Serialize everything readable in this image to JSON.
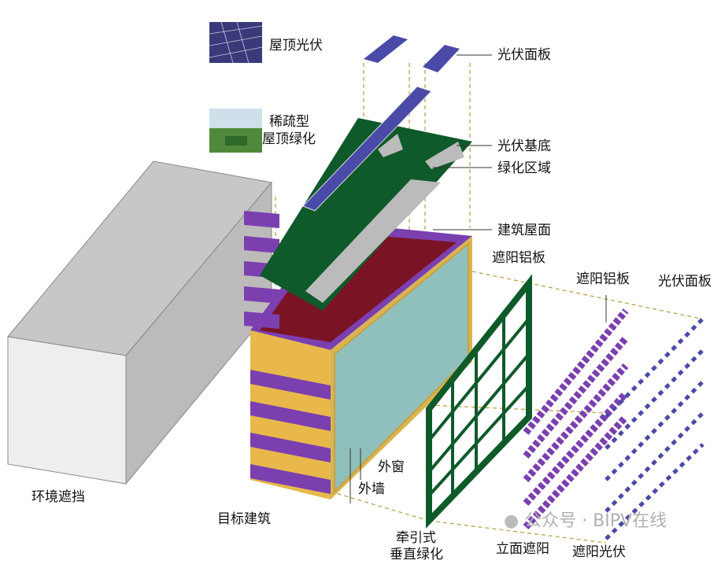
{
  "labels": {
    "rooftop_pv": "屋顶光伏",
    "pv_panel_top": "光伏面板",
    "sparse_roof_green_1": "稀疏型",
    "sparse_roof_green_2": "屋顶绿化",
    "pv_base": "光伏基底",
    "green_area": "绿化区域",
    "building_roof": "建筑屋面",
    "shading_al_1": "遮阳铝板",
    "shading_al_2": "遮阳铝板",
    "pv_panel_right": "光伏面板",
    "outer_window": "外窗",
    "outer_wall": "外墙",
    "env_obstruction": "环境遮挡",
    "target_building": "目标建筑",
    "vertical_green_1": "牵引式",
    "vertical_green_2": "垂直绿化",
    "facade_shading": "立面遮阳",
    "shading_pv": "遮阳光伏"
  },
  "watermark": "公众号 · BIPV在线",
  "colors": {
    "purple": "#7b3fb0",
    "yellow": "#e8b84a",
    "roof": "#7a1424",
    "green": "#0f5a2a",
    "grey": "#cfcccc",
    "pv": "#4a4aa8"
  }
}
